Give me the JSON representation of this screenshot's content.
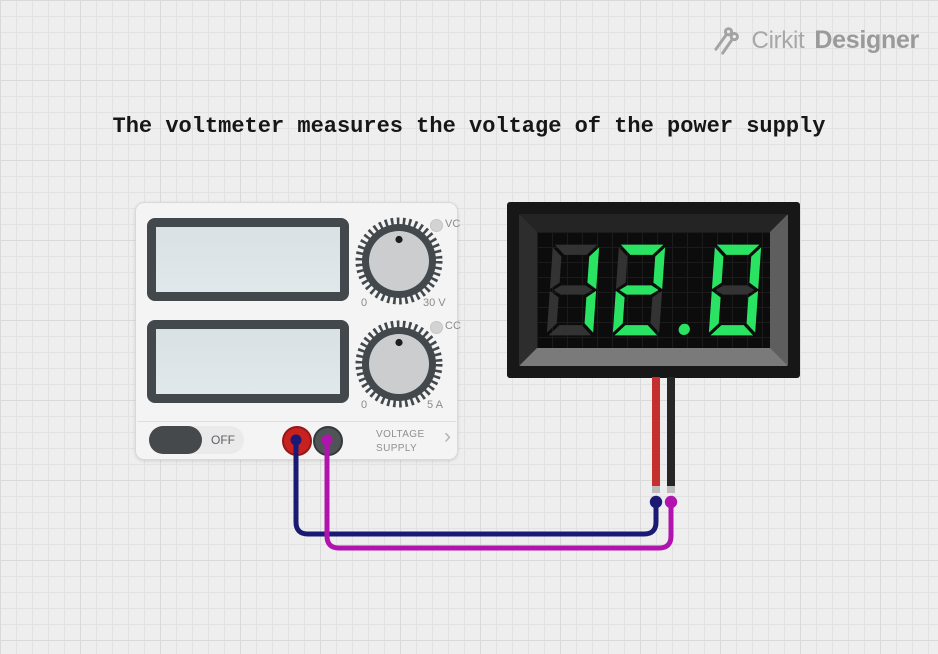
{
  "logo": {
    "brand_light": "Cirkit",
    "brand_bold": "Designer"
  },
  "note_text": "The voltmeter measures the voltage of the power supply",
  "power_supply": {
    "label_line1": "VOLTAGE",
    "label_line2": "SUPPLY",
    "chevron_icon": "›",
    "power_toggle": {
      "state_label": "OFF"
    },
    "voltage_knob": {
      "min_label": "0",
      "max_label": "30 V",
      "indicator_label": "VC"
    },
    "current_knob": {
      "min_label": "0",
      "max_label": "5 A",
      "indicator_label": "CC"
    }
  },
  "voltmeter": {
    "value": "12.0",
    "segment_on_color": "#2be363",
    "segment_off_color": "#333333",
    "leads": [
      {
        "name": "positive",
        "color": "#c5302e"
      },
      {
        "name": "negative",
        "color": "#262626"
      }
    ]
  },
  "wires": [
    {
      "name": "positive",
      "color": "#1a1a74"
    },
    {
      "name": "negative",
      "color": "#b113ae"
    }
  ]
}
